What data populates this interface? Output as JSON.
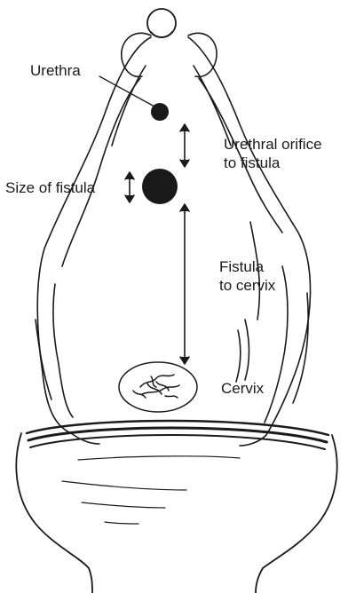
{
  "labels": {
    "urethra": "Urethra",
    "urethral_orifice_to_fistula_1": "Urethral orifice",
    "urethral_orifice_to_fistula_2": "to fistula",
    "size_of_fistula": "Size of fistula",
    "fistula_to_cervix_1": "Fistula",
    "fistula_to_cervix_2": "to cervix",
    "cervix": "Cervix"
  },
  "colors": {
    "ink": "#1a1a1a",
    "background": "#ffffff"
  }
}
